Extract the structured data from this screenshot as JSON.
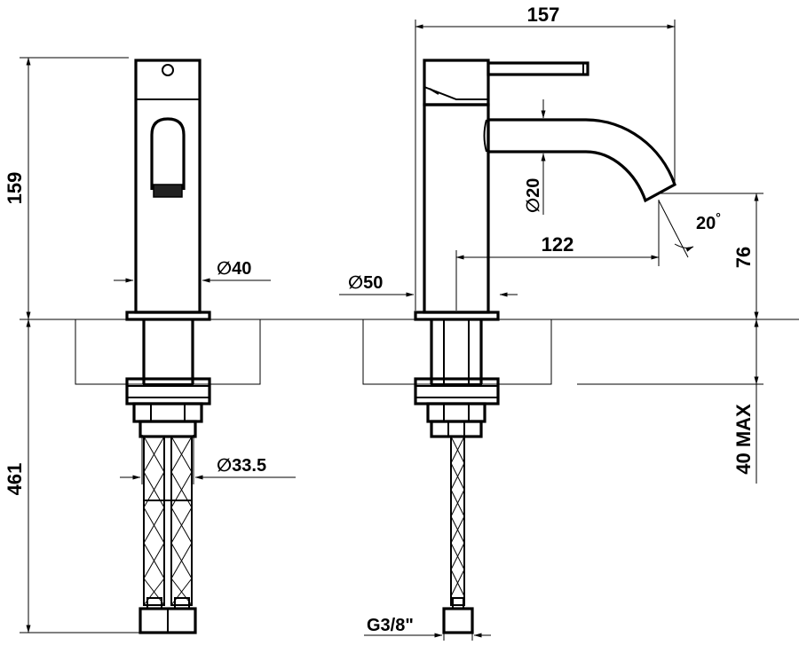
{
  "dimensions": {
    "width_157": "157",
    "height_159": "159",
    "hose_461": "461",
    "diameter_40": "40",
    "diameter_50": "50",
    "diameter_33_5": "33.5",
    "diameter_20": "20",
    "reach_122": "122",
    "height_76": "76",
    "angle_20": "20",
    "angle_unit": "°",
    "max_40": "40 MAX",
    "thread": "G3/8\""
  },
  "symbols": {
    "diameter": "∅"
  },
  "colors": {
    "line": "#000000",
    "hatch": "#555555",
    "background": "#ffffff"
  }
}
